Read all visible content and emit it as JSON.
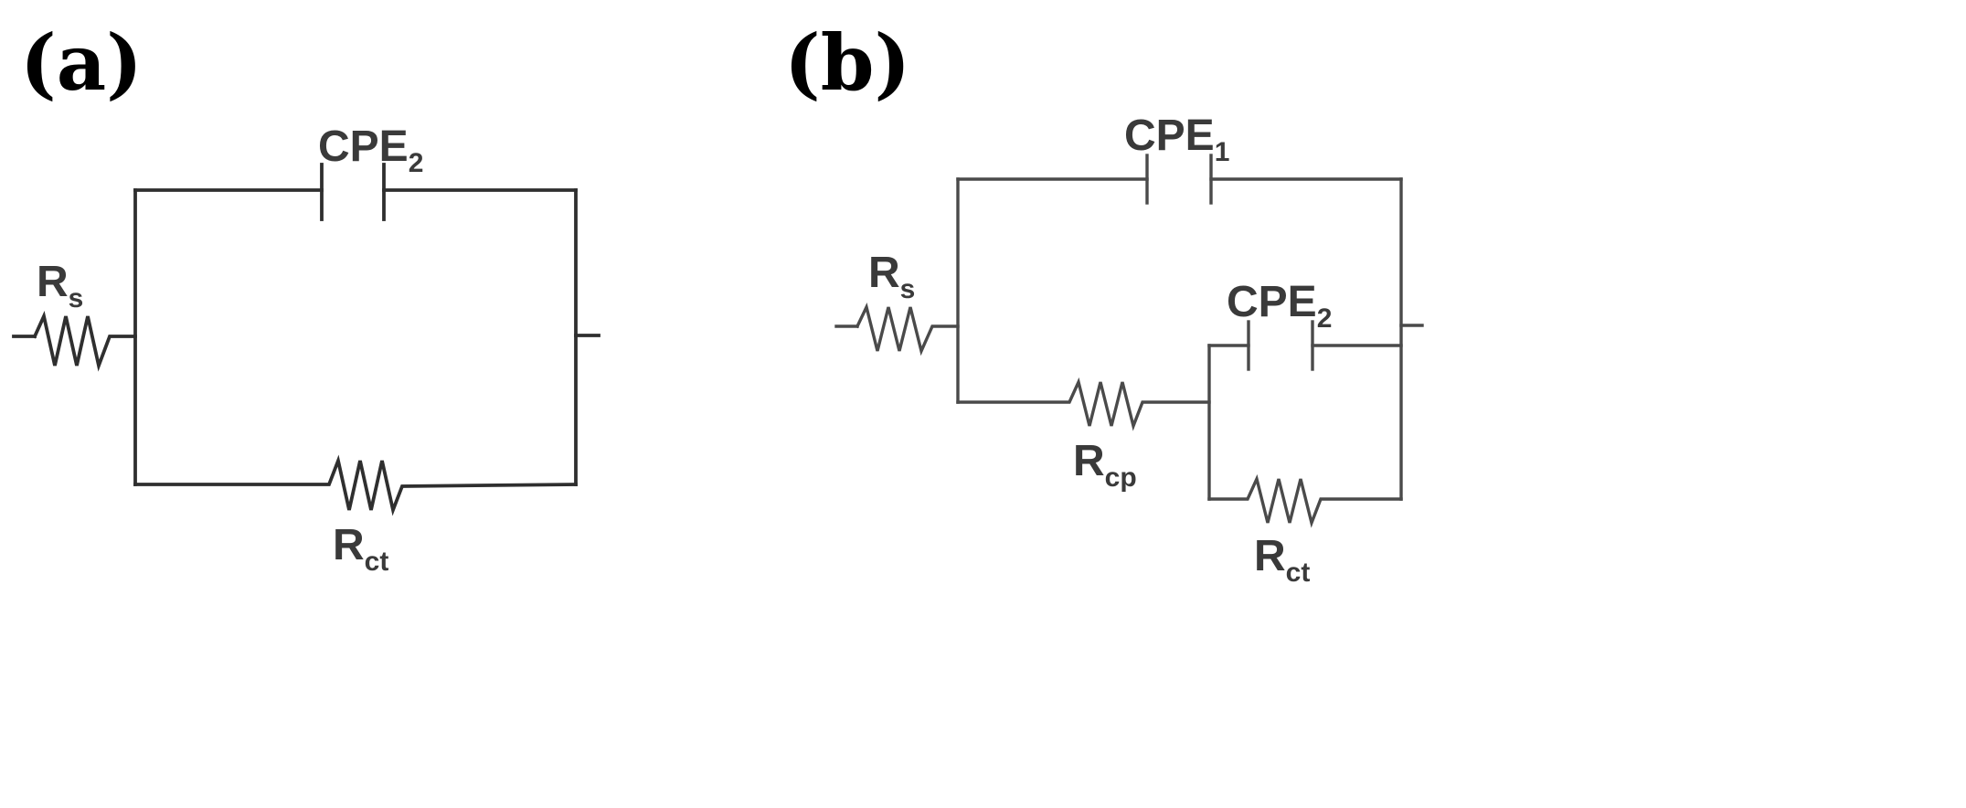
{
  "panels": {
    "a": {
      "label": "(a)",
      "rs": {
        "main": "R",
        "sub": "s"
      },
      "cpe2": {
        "main": "CPE",
        "sub": "2"
      },
      "rct": {
        "main": "R",
        "sub": "ct"
      }
    },
    "b": {
      "label": "(b)",
      "rs": {
        "main": "R",
        "sub": "s"
      },
      "cpe1": {
        "main": "CPE",
        "sub": "1"
      },
      "cpe2": {
        "main": "CPE",
        "sub": "2"
      },
      "rcp": {
        "main": "R",
        "sub": "cp"
      },
      "rct": {
        "main": "R",
        "sub": "ct"
      }
    }
  },
  "colors": {
    "panel_label": "#000000",
    "component_label": "#3a3a3a",
    "wire": "#4a4a4a"
  }
}
